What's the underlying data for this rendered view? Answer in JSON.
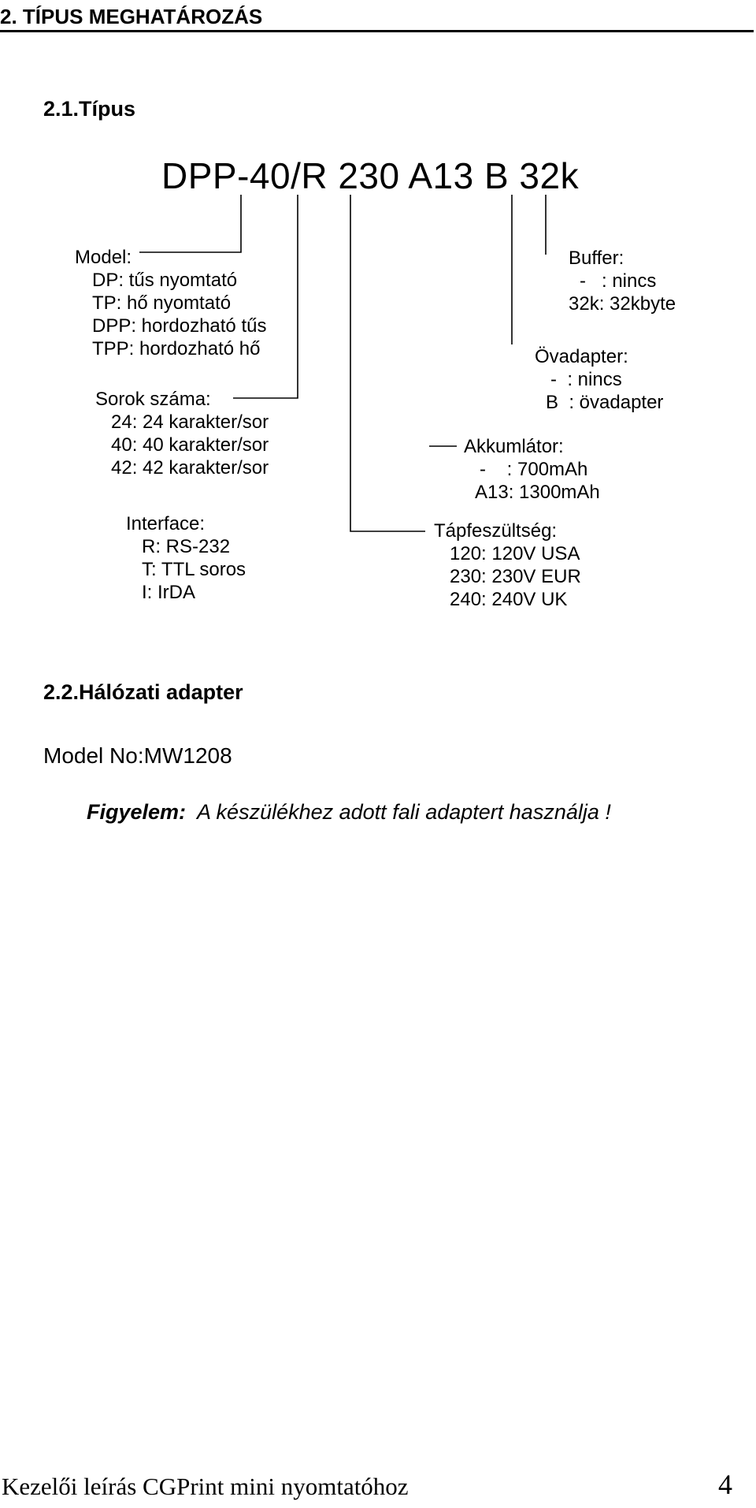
{
  "section_title": "2. TÍPUS MEGHATÁROZÁS",
  "sub1_title": "2.1.Típus",
  "type_code": "DPP-40/R 230 A13 B 32k",
  "model": {
    "heading": "Model:",
    "lines": [
      "DP: tűs nyomtató",
      "TP: hő nyomtató",
      "DPP: hordozható tűs",
      "TPP: hordozható hő"
    ]
  },
  "rows": {
    "heading": "Sorok száma:",
    "lines": [
      "24: 24 karakter/sor",
      "40: 40 karakter/sor",
      "42: 42 karakter/sor"
    ]
  },
  "interface": {
    "heading": "Interface:",
    "lines": [
      "R: RS-232",
      "T:  TTL soros",
      "I: IrDA"
    ]
  },
  "power": {
    "heading": "Tápfeszültség:",
    "lines": [
      "120: 120V USA",
      "230: 230V EUR",
      "240: 240V UK"
    ]
  },
  "battery": {
    "heading": "Akkumlátor:",
    "lines": [
      "-    : 700mAh",
      "A13: 1300mAh"
    ]
  },
  "belt": {
    "heading": "Övadapter:",
    "lines": [
      "-  : nincs",
      "B  : övadapter"
    ]
  },
  "buffer": {
    "heading": "Buffer:",
    "lines": [
      "-   : nincs",
      "32k: 32kbyte"
    ]
  },
  "sub2_title": "2.2.Hálózati adapter",
  "model_no": "Model No:MW1208",
  "warning_label": "Figyelem:",
  "warning_text": "A készülékhez adott fali adaptert használja !",
  "footer_text": "Kezelői leírás CGPrint mini nyomtatóhoz",
  "page_number": "4"
}
